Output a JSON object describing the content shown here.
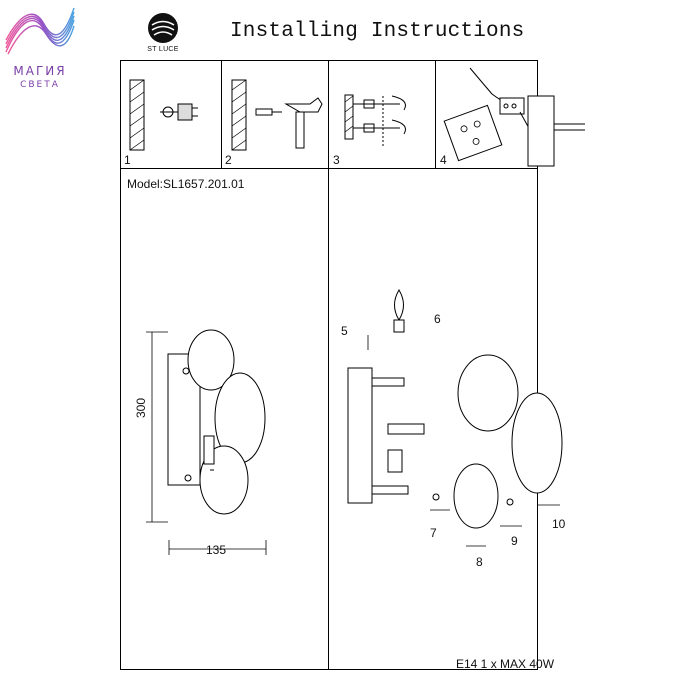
{
  "logos": {
    "shop_primary": "МАГИЯ",
    "shop_secondary": "СВЕТА",
    "brand": "ST LUCE"
  },
  "header": {
    "title": "Installing Instructions"
  },
  "steps": [
    {
      "number": "1"
    },
    {
      "number": "2"
    },
    {
      "number": "3"
    },
    {
      "number": "4"
    }
  ],
  "model": {
    "text": "Model:SL1657.201.01"
  },
  "dimensions": {
    "height": "300",
    "width": "135"
  },
  "parts": [
    "5",
    "6",
    "7",
    "8",
    "9",
    "10"
  ],
  "spec": {
    "text": "E14 1 x MAX 40W"
  },
  "colors": {
    "logo_purple": "#7a3ea8",
    "line": "#000000"
  }
}
